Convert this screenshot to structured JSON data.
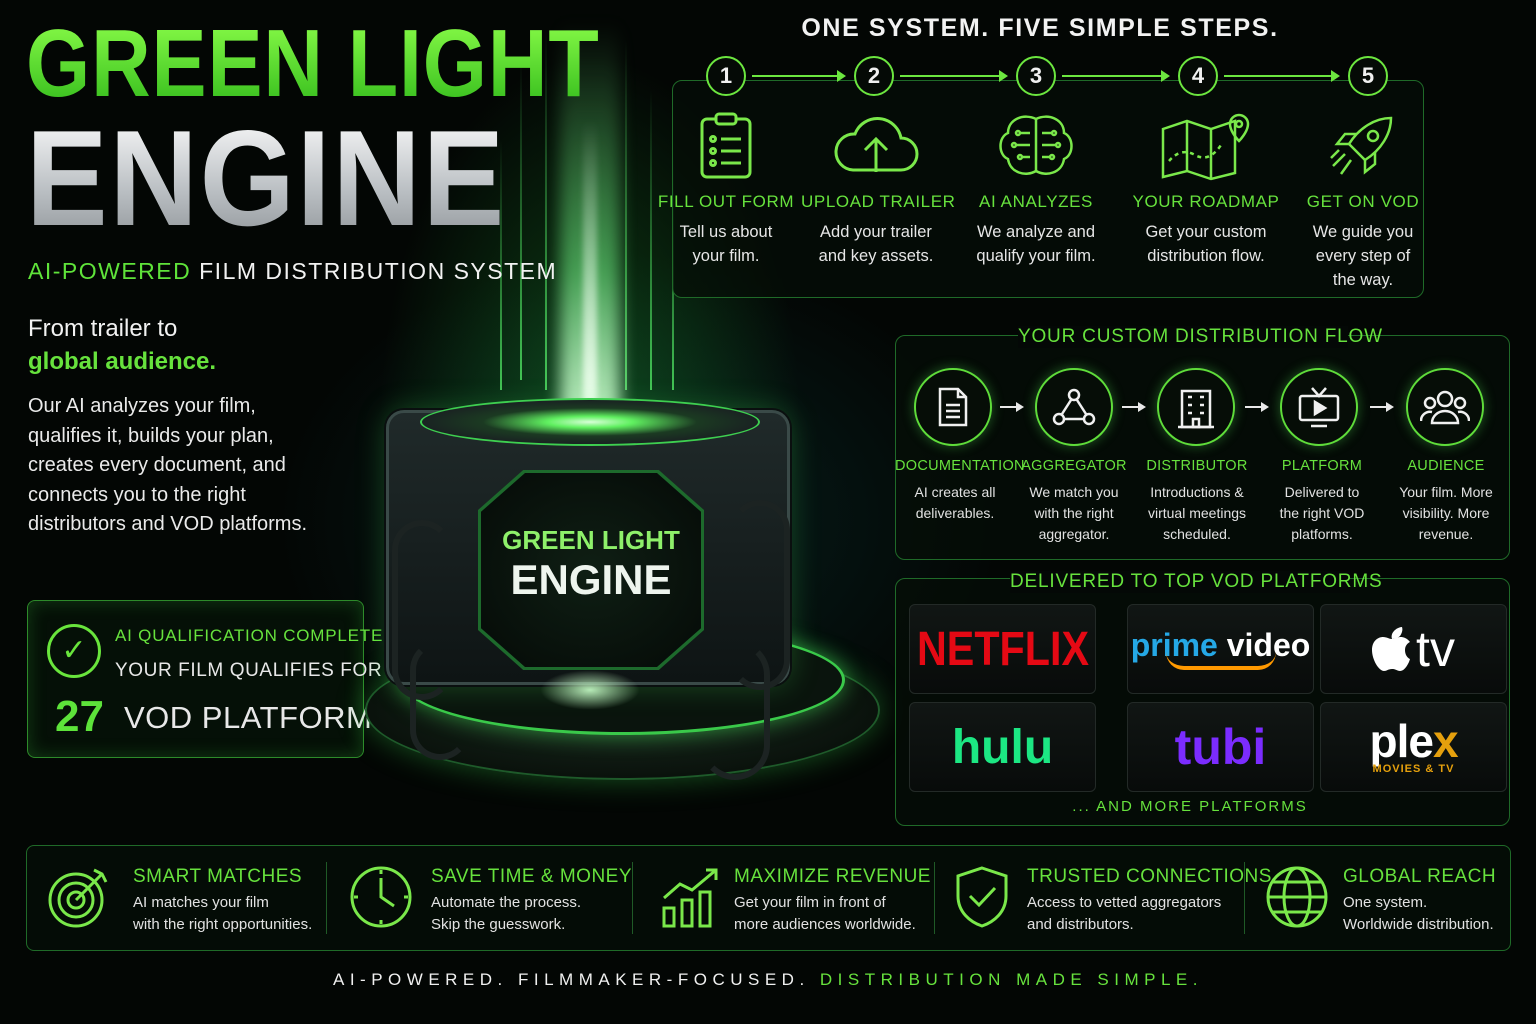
{
  "header": {
    "title_line1": "GREEN LIGHT",
    "title_line2": "ENGINE",
    "subtitle_green": "AI-POWERED",
    "subtitle_white": " FILM DISTRIBUTION SYSTEM",
    "tagline_white": "From trailer to",
    "tagline_green": "global audience.",
    "description": "Our AI analyzes your film, qualifies it, builds your plan, creates every document, and connects you to the right distributors and VOD platforms."
  },
  "qualification": {
    "line1": "AI QUALIFICATION COMPLETE",
    "line2": "YOUR FILM QUALIFIES FOR",
    "count": "27",
    "line3": "VOD PLATFORMS"
  },
  "engine": {
    "label_top": "GREEN LIGHT",
    "label_bottom": "ENGINE"
  },
  "steps": {
    "title": "ONE SYSTEM. FIVE SIMPLE STEPS.",
    "items": [
      {
        "num": "1",
        "icon": "clipboard-icon",
        "label": "FILL OUT FORM",
        "desc": "Tell us about your film."
      },
      {
        "num": "2",
        "icon": "cloud-upload-icon",
        "label": "UPLOAD TRAILER",
        "desc": "Add your trailer and key assets."
      },
      {
        "num": "3",
        "icon": "brain-icon",
        "label": "AI ANALYZES",
        "desc": "We analyze and qualify your film."
      },
      {
        "num": "4",
        "icon": "map-icon",
        "label": "YOUR ROADMAP",
        "desc": "Get your custom distribution flow."
      },
      {
        "num": "5",
        "icon": "rocket-icon",
        "label": "GET ON VOD",
        "desc": "We guide you every step of the way."
      }
    ]
  },
  "flow": {
    "title": "YOUR CUSTOM DISTRIBUTION FLOW",
    "items": [
      {
        "icon": "document-icon",
        "label": "DOCUMENTATION",
        "desc": "AI creates all deliverables."
      },
      {
        "icon": "network-icon",
        "label": "AGGREGATOR",
        "desc": "We match you with the right aggregator."
      },
      {
        "icon": "building-icon",
        "label": "DISTRIBUTOR",
        "desc": "Introductions & virtual meetings scheduled."
      },
      {
        "icon": "tv-play-icon",
        "label": "PLATFORM",
        "desc": "Delivered to the right VOD platforms."
      },
      {
        "icon": "people-icon",
        "label": "AUDIENCE",
        "desc": "Your film. More visibility. More revenue."
      }
    ]
  },
  "vod": {
    "title": "DELIVERED TO TOP VOD PLATFORMS",
    "netflix": "NETFLIX",
    "prime_a": "prime",
    "prime_b": " video",
    "appletv": "tv",
    "hulu": "hulu",
    "tubi": "tubi",
    "plex_a": "ple",
    "plex_b": "x",
    "plex_sub": "MOVIES & TV",
    "more": "... AND MORE PLATFORMS"
  },
  "benefits": [
    {
      "icon": "target-icon",
      "label": "SMART MATCHES",
      "desc1": "AI matches your film",
      "desc2": "with the right opportunities."
    },
    {
      "icon": "clock-icon",
      "label": "SAVE TIME & MONEY",
      "desc1": "Automate the process.",
      "desc2": "Skip the guesswork."
    },
    {
      "icon": "growth-chart-icon",
      "label": "MAXIMIZE REVENUE",
      "desc1": "Get your film in front of",
      "desc2": "more audiences worldwide."
    },
    {
      "icon": "shield-check-icon",
      "label": "TRUSTED CONNECTIONS",
      "desc1": "Access to vetted aggregators",
      "desc2": "and distributors."
    },
    {
      "icon": "globe-icon",
      "label": "GLOBAL REACH",
      "desc1": "One system.",
      "desc2": "Worldwide distribution."
    }
  ],
  "footer": {
    "white": "AI-POWERED. FILMMAKER-FOCUSED. ",
    "green": "DISTRIBUTION MADE SIMPLE."
  },
  "colors": {
    "accent_green": "#67e23d",
    "background": "#030604",
    "netflix_red": "#e50914",
    "prime_blue": "#25a8e6",
    "hulu_green": "#1ce783",
    "tubi_purple": "#7b2cff",
    "plex_gold": "#e5a00d"
  }
}
